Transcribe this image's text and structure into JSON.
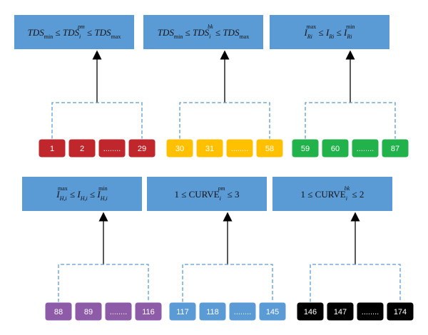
{
  "colors": {
    "box_fill": "#5b9bd5",
    "connector": "#5b9bd5",
    "arrow": "#000000",
    "cell_text_light": "#ffffff",
    "cell_text_dark": "#000000"
  },
  "groups": [
    {
      "constraint": {
        "parts": [
          {
            "t": "TDS",
            "i": true
          },
          {
            "t": "min",
            "sub": true,
            "i": false
          },
          {
            "t": " ≤ ",
            "i": false
          },
          {
            "t": "TDS",
            "i": true
          },
          {
            "t": "i",
            "sub": true,
            "i": true
          },
          {
            "t": "pm",
            "sup": true,
            "i": true
          },
          {
            "t": " ≤ ",
            "i": false
          },
          {
            "t": "TDS",
            "i": true
          },
          {
            "t": "max",
            "sub": true,
            "i": false
          }
        ]
      },
      "cell_color": "#c0272d",
      "cell_text_color": "#ffffff",
      "cells": [
        "1",
        "2",
        "........",
        "29"
      ]
    },
    {
      "constraint": {
        "parts": [
          {
            "t": "TDS",
            "i": true
          },
          {
            "t": "min",
            "sub": true,
            "i": false
          },
          {
            "t": " ≤ ",
            "i": false
          },
          {
            "t": "TDS",
            "i": true
          },
          {
            "t": "i",
            "sub": true,
            "i": true
          },
          {
            "t": "bk",
            "sup": true,
            "i": true
          },
          {
            "t": " ≤ ",
            "i": false
          },
          {
            "t": "TDS",
            "i": true
          },
          {
            "t": "max",
            "sub": true,
            "i": false
          }
        ]
      },
      "cell_color": "#ffc000",
      "cell_text_color": "#ffffff",
      "cells": [
        "30",
        "31",
        "........",
        "58"
      ]
    },
    {
      "constraint": {
        "parts": [
          {
            "t": "I",
            "i": true
          },
          {
            "t": "Ri",
            "sub": true,
            "i": true
          },
          {
            "t": "max",
            "sup": true,
            "i": false
          },
          {
            "t": " ≤ ",
            "i": false
          },
          {
            "t": "I",
            "i": true
          },
          {
            "t": "Ri",
            "sub": true,
            "i": true
          },
          {
            "t": " ≤ ",
            "i": false
          },
          {
            "t": "I",
            "i": true
          },
          {
            "t": "Ri",
            "sub": true,
            "i": true
          },
          {
            "t": "min",
            "sup": true,
            "i": false
          }
        ]
      },
      "cell_color": "#21b24b",
      "cell_text_color": "#ffffff",
      "cells": [
        "59",
        "60",
        "........",
        "87"
      ]
    },
    {
      "constraint": {
        "parts": [
          {
            "t": "I",
            "i": true
          },
          {
            "t": "H,i",
            "sub": true,
            "i": true
          },
          {
            "t": "max",
            "sup": true,
            "i": false
          },
          {
            "t": " ≤ ",
            "i": false
          },
          {
            "t": "I",
            "i": true
          },
          {
            "t": "H,i",
            "sub": true,
            "i": true
          },
          {
            "t": " ≤ ",
            "i": false
          },
          {
            "t": "I",
            "i": true
          },
          {
            "t": "H,i",
            "sub": true,
            "i": true
          },
          {
            "t": "min",
            "sup": true,
            "i": false
          }
        ]
      },
      "cell_color": "#8e5ba8",
      "cell_text_color": "#ffffff",
      "cells": [
        "88",
        "89",
        "........",
        "116"
      ]
    },
    {
      "constraint": {
        "parts": [
          {
            "t": "1 ≤ CURVE",
            "i": false
          },
          {
            "t": "i",
            "sub": true,
            "i": true
          },
          {
            "t": "pm",
            "sup": true,
            "i": true
          },
          {
            "t": " ≤ 3",
            "i": false
          }
        ]
      },
      "cell_color": "#5b9bd5",
      "cell_text_color": "#ffffff",
      "cells": [
        "117",
        "118",
        "........",
        "145"
      ]
    },
    {
      "constraint": {
        "parts": [
          {
            "t": "1 ≤ CURVE",
            "i": false
          },
          {
            "t": "i",
            "sub": true,
            "i": true
          },
          {
            "t": "bk",
            "sup": true,
            "i": true
          },
          {
            "t": " ≤ 2",
            "i": false
          }
        ]
      },
      "cell_color": "#000000",
      "cell_text_color": "#ffffff",
      "cells": [
        "146",
        "147",
        "........",
        "174"
      ]
    }
  ]
}
